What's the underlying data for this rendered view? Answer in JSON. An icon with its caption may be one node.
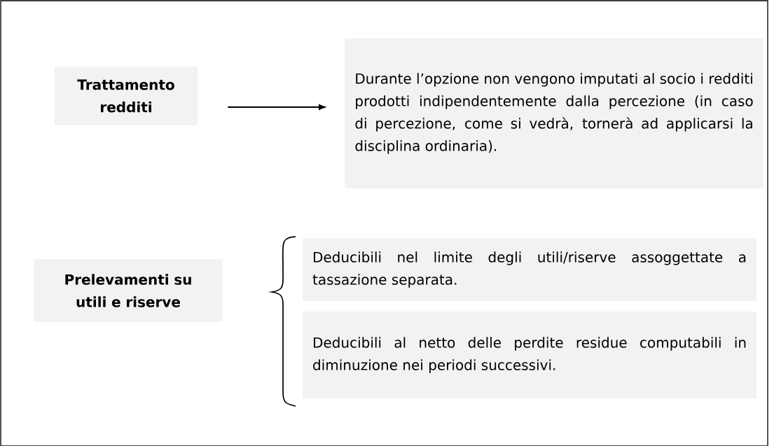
{
  "diagram": {
    "nodes": [
      {
        "text": [
          "Trattamento redditi"
        ]
      },
      {
        "text": [
          "Durante l’opzione non vengono imputati al socio i redditi prodotti indipendentemente dalla percezione (in caso di percezione, come si vedrà, tornerà ad applicarsi la disciplina ordinaria)."
        ]
      },
      {
        "text": [
          "Prelevamenti su utili e riserve"
        ]
      },
      {
        "text": [
          "Deducibili nel limite degli utili/riserve assoggettate a tassazione separata."
        ]
      },
      {
        "text": [
          "Deducibili al netto delle perdite residue computabili in diminuzione nei periodi successivi."
        ]
      }
    ],
    "edges": [
      {
        "from": 0,
        "to": 1,
        "arrow": "to"
      }
    ]
  }
}
